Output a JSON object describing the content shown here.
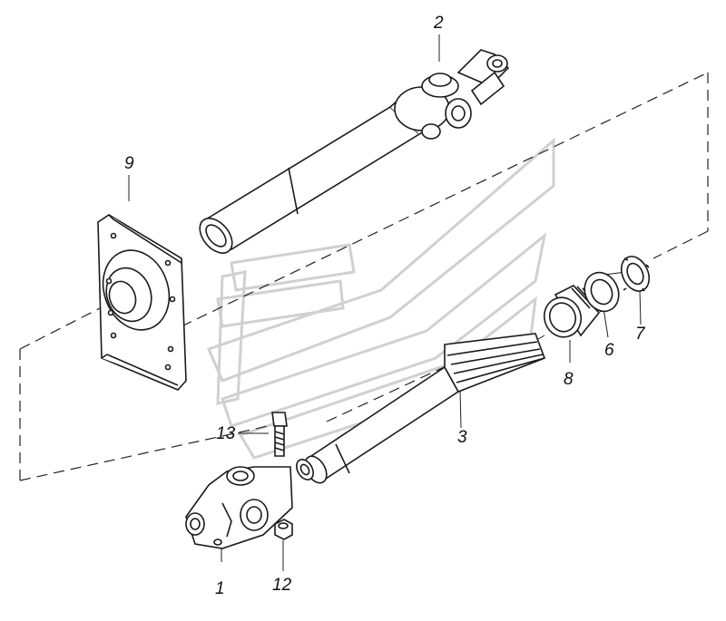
{
  "callouts": {
    "c1": "1",
    "c2": "2",
    "c3": "3",
    "c6": "6",
    "c7": "7",
    "c8": "8",
    "c9": "9",
    "c12": "12",
    "c13": "13"
  },
  "colors": {
    "line": "#1a1a1a",
    "watermark": "#d9d9d9",
    "fill": "#ffffff"
  }
}
